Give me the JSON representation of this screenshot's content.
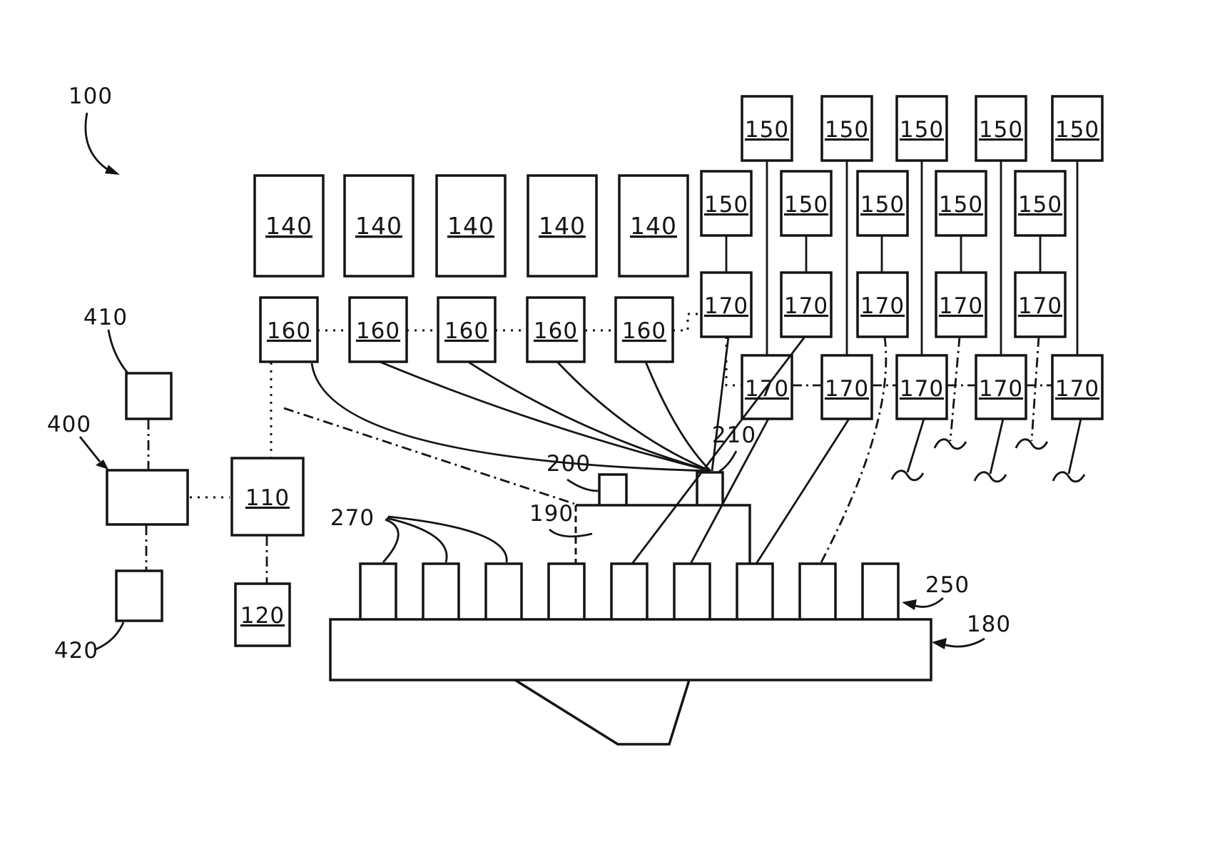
{
  "figure": {
    "ref_100": "100",
    "ref_110": "110",
    "ref_120": "120",
    "ref_140": [
      "140",
      "140",
      "140",
      "140",
      "140"
    ],
    "ref_150_top": [
      "150",
      "150",
      "150",
      "150",
      "150"
    ],
    "ref_150_mid": [
      "150",
      "150",
      "150",
      "150",
      "150"
    ],
    "ref_160": [
      "160",
      "160",
      "160",
      "160",
      "160"
    ],
    "ref_170_upper": [
      "170",
      "170",
      "170",
      "170",
      "170"
    ],
    "ref_170_lower": [
      "170",
      "170",
      "170",
      "170",
      "170"
    ],
    "ref_180": "180",
    "ref_190": "190",
    "ref_200": "200",
    "ref_210": "210",
    "ref_250": "250",
    "ref_270": "270",
    "ref_400": "400",
    "ref_410": "410",
    "ref_420": "420"
  }
}
